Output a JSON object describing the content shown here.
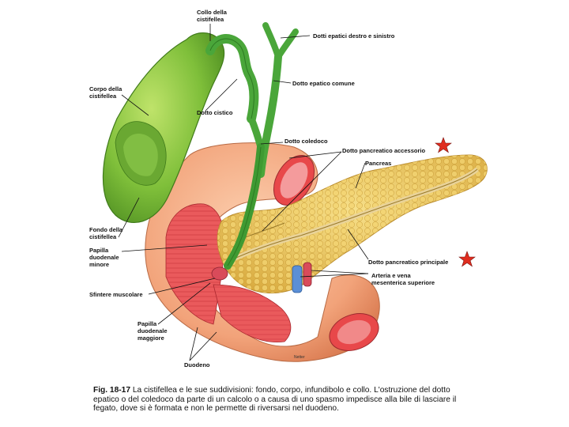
{
  "labels": {
    "collo": [
      "Collo della",
      "cistifellea"
    ],
    "dotti_epatici": [
      "Dotti epatici destro e sinistro"
    ],
    "corpo": [
      "Corpo della",
      "cistifellea"
    ],
    "dotto_epatico_comune": [
      "Dotto epatico comune"
    ],
    "dotto_cistico": [
      "Dotto cistico"
    ],
    "dotto_coledoco": [
      "Dotto coledoco"
    ],
    "dotto_pancreatico_accessorio": [
      "Dotto pancreatico accessorio"
    ],
    "pancreas": [
      "Pancreas"
    ],
    "fondo": [
      "Fondo della",
      "cistifellea"
    ],
    "papilla_minore": [
      "Papilla",
      "duodenale",
      "minore"
    ],
    "dotto_pancreatico_principale": [
      "Dotto pancreatico principale"
    ],
    "arteria_vena": [
      "Arteria e vena",
      "mesenterica superiore"
    ],
    "sfintere": [
      "Sfintere muscolare"
    ],
    "papilla_maggiore": [
      "Papilla",
      "duodenale",
      "maggiore"
    ],
    "duodeno": [
      "Duodeno"
    ]
  },
  "caption": {
    "figure_label": "Fig. 18-17",
    "text": "La cistifellea e le sue suddivisioni: fondo, corpo, infundibolo e collo. L'ostruzione del dotto epatico o del coledoco da parte di un calcolo o a causa di uno spasmo impedisce alla bile di lasciare il fegato, dove si è formata e non le permette di riversarsi nel duodeno."
  },
  "credit": "Netter",
  "colors": {
    "gallbladder": "#7fbf3a",
    "duodenum": "#f2a37a",
    "duodenum_inner": "#e8484a",
    "pancreas": "#e8c25a",
    "duct": "#4aa63a",
    "vein": "#5b8fd6",
    "artery": "#d94b5a",
    "star": "#e02d1f"
  },
  "icons": [
    "star-icon",
    "star-icon"
  ]
}
